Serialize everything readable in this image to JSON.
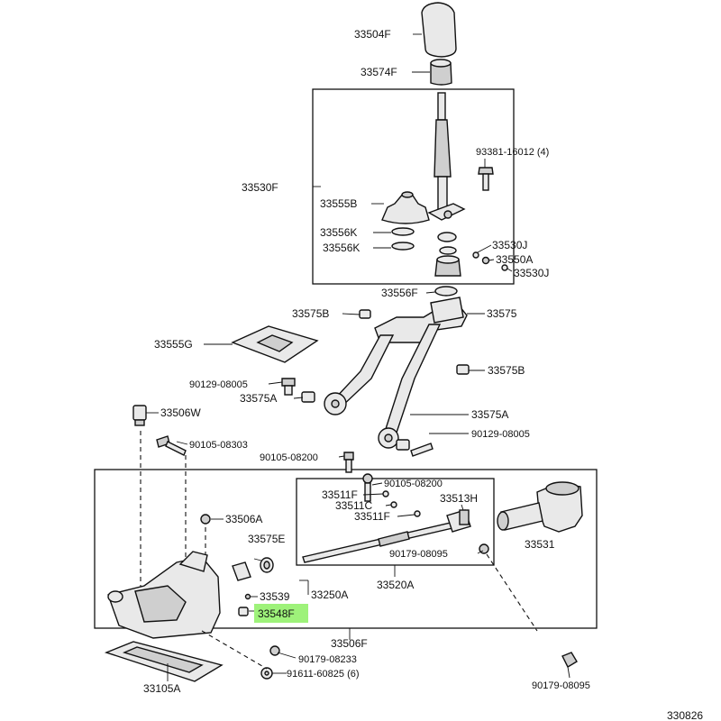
{
  "diagram": {
    "parts": [
      {
        "key": "knob",
        "code": "33504F"
      },
      {
        "key": "knob-collar",
        "code": "33574F"
      },
      {
        "key": "bolt-top",
        "code": "93381-16012 (4)"
      },
      {
        "key": "lever-assy",
        "code": "33530F"
      },
      {
        "key": "boot",
        "code": "33555B"
      },
      {
        "key": "ring-1",
        "code": "33556K"
      },
      {
        "key": "ring-2",
        "code": "33556K"
      },
      {
        "key": "clip-1",
        "code": "33530J"
      },
      {
        "key": "pin",
        "code": "33550A"
      },
      {
        "key": "clip-2",
        "code": "33530J"
      },
      {
        "key": "seat-ring",
        "code": "33556F"
      },
      {
        "key": "bracket",
        "code": "33575"
      },
      {
        "key": "bushing-upper",
        "code": "33575B"
      },
      {
        "key": "retainer-plate",
        "code": "33555G"
      },
      {
        "key": "bushing-right",
        "code": "33575B"
      },
      {
        "key": "bolt-left-upper",
        "code": "90129-08005"
      },
      {
        "key": "bushing-left",
        "code": "33575A"
      },
      {
        "key": "plug",
        "code": "33506W"
      },
      {
        "key": "bushing-right-lower",
        "code": "33575A"
      },
      {
        "key": "bolt-right-lower",
        "code": "90129-08005"
      },
      {
        "key": "bolt-left-lower",
        "code": "90105-08303"
      },
      {
        "key": "bolt-center",
        "code": "90105-08200"
      },
      {
        "key": "bolt-inner",
        "code": "90105-08200"
      },
      {
        "key": "ring-511f-1",
        "code": "33511F"
      },
      {
        "key": "ring-511c",
        "code": "33511C"
      },
      {
        "key": "lever-513h",
        "code": "33513H"
      },
      {
        "key": "ring-511f-2",
        "code": "33511F"
      },
      {
        "key": "bolt-506a",
        "code": "33506A"
      },
      {
        "key": "seal-575e",
        "code": "33575E"
      },
      {
        "key": "housing-531",
        "code": "33531"
      },
      {
        "key": "bolt-shaft",
        "code": "90179-08095"
      },
      {
        "key": "ball-539",
        "code": "33539"
      },
      {
        "key": "spring-250a",
        "code": "33250A"
      },
      {
        "key": "shaft-520a",
        "code": "33520A"
      },
      {
        "key": "cap-548f",
        "code": "33548F"
      },
      {
        "key": "case-506f",
        "code": "33506F"
      },
      {
        "key": "bolt-233",
        "code": "90179-08233"
      },
      {
        "key": "gasket-105a",
        "code": "33105A"
      },
      {
        "key": "washer-611",
        "code": "91611-60825 (6)"
      },
      {
        "key": "bolt-bottom-right",
        "code": "90179-08095"
      },
      {
        "key": "diagram-id",
        "code": "330826"
      }
    ]
  }
}
